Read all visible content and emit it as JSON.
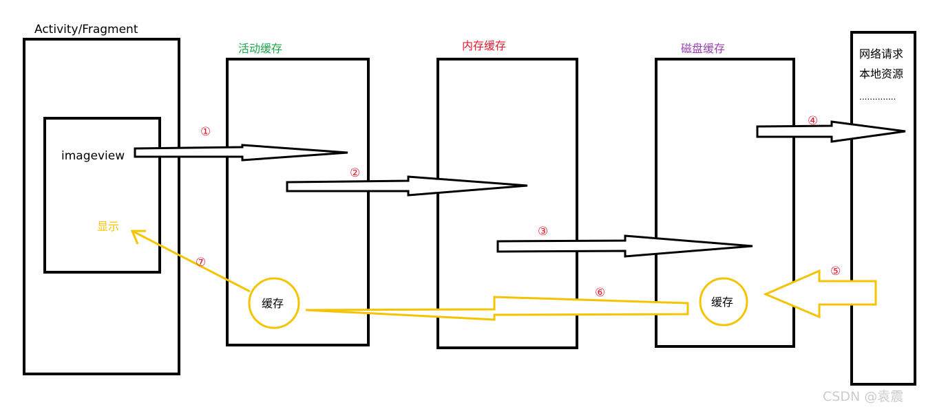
{
  "labels": {
    "activity": "Activity/Fragment",
    "imageview": "imageview",
    "display": "显示",
    "active_cache": "活动缓存",
    "memory_cache": "内存缓存",
    "disk_cache": "磁盘缓存",
    "network_request": "网络请求",
    "local_resource": "本地资源",
    "ellipsis": "..............",
    "cache_active": "缓存",
    "cache_disk": "缓存",
    "watermark": "CSDN @袁震"
  },
  "steps": {
    "s1": "①",
    "s2": "②",
    "s3": "③",
    "s4": "④",
    "s5": "⑤",
    "s6": "⑥",
    "s7": "⑦"
  },
  "colors": {
    "black": "#000000",
    "green": "#1aa84a",
    "red": "#e8192c",
    "purple": "#9b3fb5",
    "yellow": "#f5c400",
    "step_red": "#e8192c",
    "watermark": "#cccccc"
  }
}
